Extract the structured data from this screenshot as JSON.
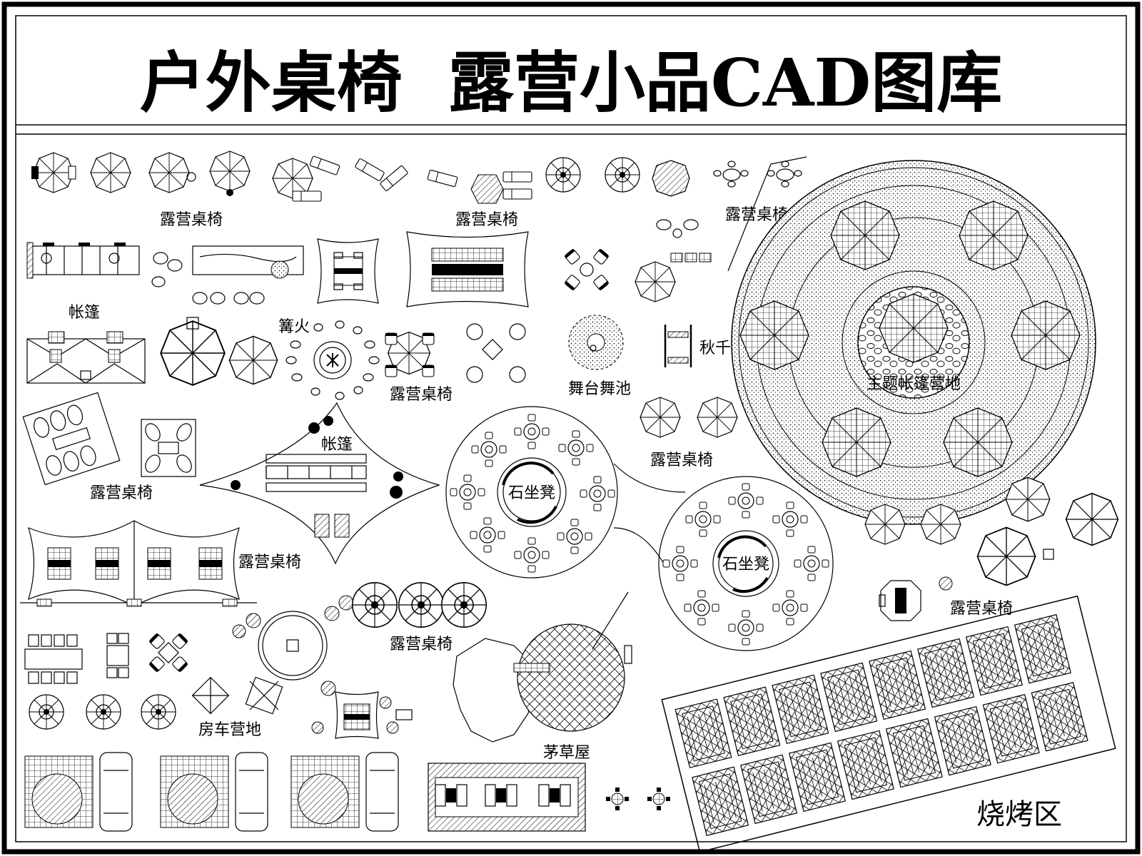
{
  "title": "户外桌椅  露营小品CAD图库",
  "labels": {
    "camp_table_1": "露营桌椅",
    "camp_table_2": "露营桌椅",
    "camp_table_3": "露营桌椅",
    "camp_table_4": "露营桌椅",
    "camp_table_5": "露营桌椅",
    "camp_table_6": "露营桌椅",
    "camp_table_7": "露营桌椅",
    "camp_table_8": "露营桌椅",
    "camp_table_9": "露营桌椅",
    "tent_1": "帐篷",
    "tent_2": "帐篷",
    "bonfire": "篝火",
    "stage": "舞台舞池",
    "swing": "秋千",
    "theme_tent": "主题帐篷营地",
    "stone_seat_1": "石坐凳",
    "stone_seat_2": "石坐凳",
    "rv_camp": "房车营地",
    "thatch_hut": "茅草屋",
    "bbq": "烧烤区"
  },
  "colors": {
    "ink": "#000000",
    "paper": "#ffffff"
  }
}
